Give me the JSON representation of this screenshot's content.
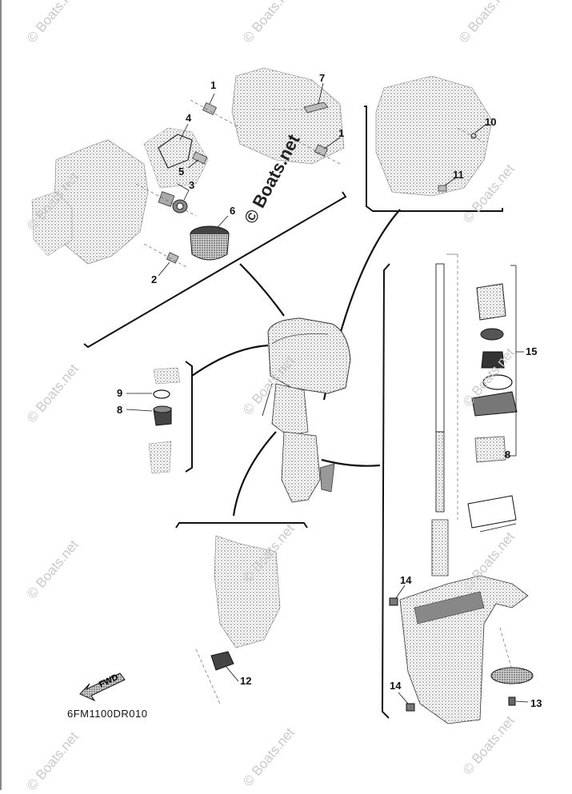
{
  "diagram": {
    "code": "6FM1100DR010",
    "watermark": "© Boats.net",
    "fwd_label": "FWD",
    "callouts": {
      "c1a": "1",
      "c1b": "1",
      "c2": "2",
      "c3": "3",
      "c4": "4",
      "c5": "5",
      "c6": "6",
      "c7": "7",
      "c8": "8",
      "c9": "9",
      "c10": "10",
      "c11": "11",
      "c12": "12",
      "c13": "13",
      "c14a": "14",
      "c14b": "14",
      "c15": "15",
      "c8b": "8"
    }
  },
  "colors": {
    "line": "#111111",
    "shade": "#9a9a9a",
    "light_shade": "#c8c8c8",
    "watermark": "#c9c9c9"
  }
}
